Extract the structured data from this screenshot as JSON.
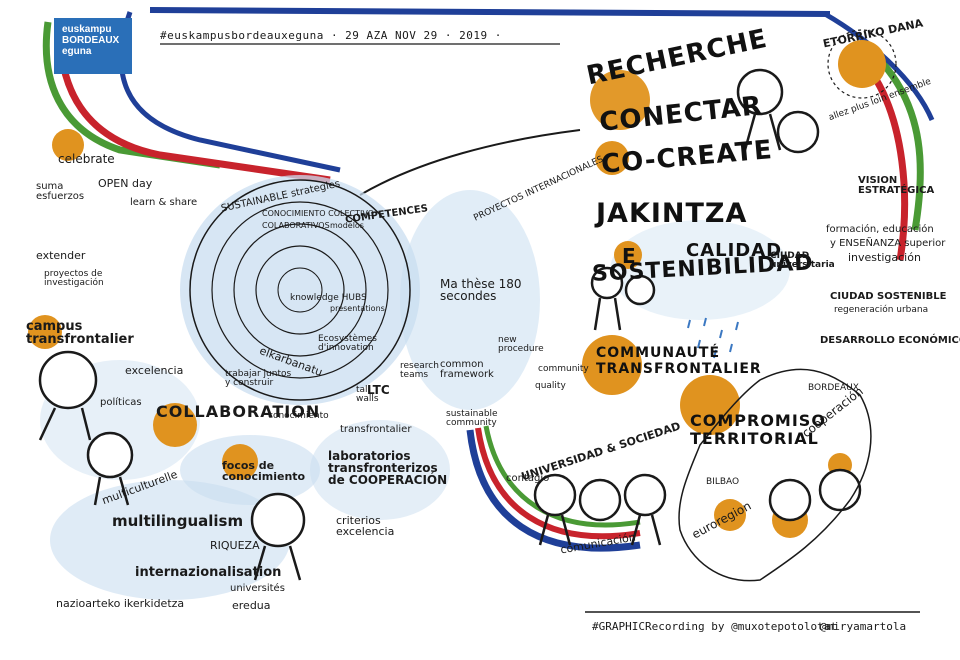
{
  "logo": {
    "line1": "euskampu",
    "line2": "BORDEAUX",
    "line3": "eguna"
  },
  "header": {
    "hashtag": "#euskampusbordeauxeguna · 29 AZA NOV 29 · 2019 ·"
  },
  "left_notes": {
    "celebrate": "celebrate",
    "open_day": "OPEN day",
    "learn_share": "learn & share",
    "suma_esfuerzos": "suma esfuerzos",
    "extender": "extender",
    "proyectos": "proyectos de investigación",
    "campus": "campus transfrontalier",
    "excelencia": "excelencia",
    "politicas": "políticas",
    "collaboration": "COLLABORATION",
    "multiculturelle": "multiculturelle",
    "multilingualism": "multilingualism",
    "riqueza": "RIQUEZA",
    "internazionalisation": "internazionalisation",
    "universites": "universités",
    "nazioarteko": "nazioarteko ikerkidetza",
    "eredua": "eredua"
  },
  "center_notes": {
    "sustainable": "SUSTAINABLE strategies",
    "conocimiento": "CONOCIMIENTO COLECTIVO",
    "colaborativos": "COLABORATIVOS",
    "modelos": "modelos",
    "competences": "COMPETENCES",
    "knowledge_hubs": "knowledge HUBS",
    "presentations": "presentations",
    "ecosystemes": "Ecosystèmes d'innovation",
    "elkarbanatu": "elkarbanatu",
    "trabajar": "trabajar juntos y construir",
    "conocimiento_small": "conocimiento",
    "focos": "focos de conocimiento",
    "laboratorios": "laboratorios transfronterizos de COOPERACIÓN",
    "criterios": "criterios excelencia",
    "tall_walls": "tall walls",
    "ltc": "LTC",
    "transfrontalier_small": "transfrontalier",
    "proyectos_intern": "PROYECTOS INTERNACIONALES",
    "ma_these": "Ma thèse 180 secondes",
    "common_framework": "common framework",
    "sustainable_community": "sustainable community",
    "research_teams": "research teams",
    "new_procedure": "new procedure",
    "community": "community",
    "quality": "quality"
  },
  "right_notes": {
    "recherche": "RECHERCHE",
    "conectar": "CONECTAR",
    "cocreate": "CO-CREATE",
    "jakintza": "JAKINTZA",
    "e": "E",
    "sostenibilidad": "SOSTENIBILIDAD",
    "calidad": "CALIDAD",
    "communaute": "COMMUNAUTÉ TRANSFRONTALIER",
    "etorriko": "ETORRIKO DANA",
    "ensemble": "allez plus loin ensemble",
    "vision": "VISION ESTRATÉGICA",
    "formacion": "formación, educación",
    "ensenanza": "y ENSEÑANZA superior",
    "investigacion": "investigación",
    "ciudad_univ": "CIUDAD universitaria",
    "ciudad_sost": "CIUDAD SOSTENIBLE",
    "regeneracion": "regeneración urbana",
    "desarrollo": "DESARROLLO ECONÓMICO",
    "bordeaux": "BORDEAUX",
    "bilbao": "BILBAO",
    "compromiso": "COMPROMISO TERRITORIAL",
    "cooperacion": "cooperación",
    "euroregion": "euroregion",
    "contagio": "contagio",
    "universidad": "UNIVERSIDAD & SOCIEDAD",
    "comunicacion": "comunicación"
  },
  "footer": {
    "graphic": "#GRAPHICRecording by @muxotepotolotat",
    "author2": "@miryamartola"
  },
  "colors": {
    "blue": "#1f3f98",
    "red": "#c8232c",
    "green": "#4a9a35",
    "orange": "#e0931f",
    "lightblue": "#c9def0",
    "ink": "#1a1a1a"
  }
}
